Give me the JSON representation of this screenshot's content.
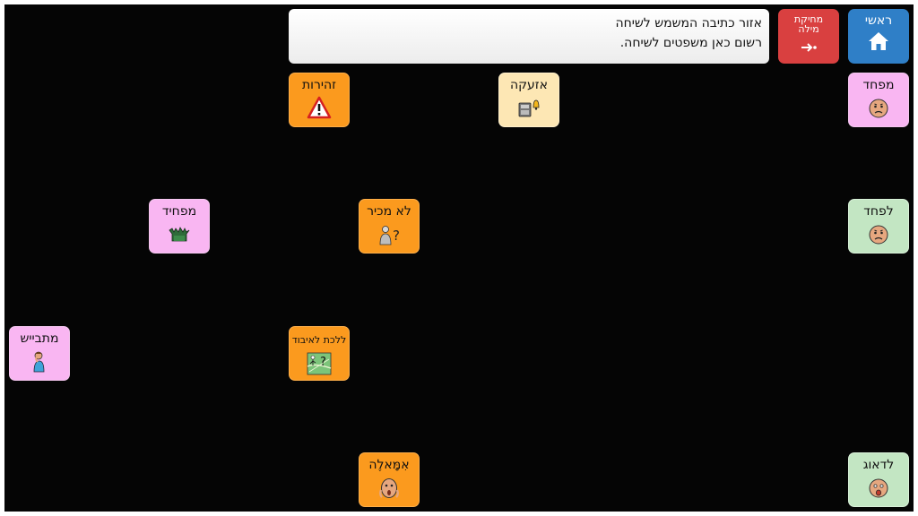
{
  "toolbar": {
    "home_label": "ראשי",
    "delete_label": "מחיקת מילה"
  },
  "message_area": {
    "line1": "אזור כתיבה המשמש לשיחה",
    "line2": "רשום כאן משפטים לשיחה."
  },
  "tiles": [
    {
      "key": "scared",
      "label": "מפחד",
      "icon": "worried-face-icon",
      "color": "pink"
    },
    {
      "key": "alarm",
      "label": "אזעקה",
      "icon": "alarm-icon",
      "color": "yellow"
    },
    {
      "key": "caution",
      "label": "זהירות",
      "icon": "warning-triangle-icon",
      "color": "orange"
    },
    {
      "key": "to-fear",
      "label": "לפחד",
      "icon": "worried-face-icon",
      "color": "green"
    },
    {
      "key": "unfamiliar",
      "label": "לא מכיר",
      "icon": "person-question-icon",
      "color": "orange"
    },
    {
      "key": "scary",
      "label": "מפחיד",
      "icon": "monster-hands-icon",
      "color": "pink"
    },
    {
      "key": "get-lost",
      "label": "ללכת לאיבוד",
      "icon": "lost-map-icon",
      "color": "orange"
    },
    {
      "key": "embarrassed",
      "label": "מתבייש",
      "icon": "shy-person-icon",
      "color": "pink"
    },
    {
      "key": "to-worry",
      "label": "לדאוג",
      "icon": "scared-face-icon",
      "color": "green"
    },
    {
      "key": "mommy",
      "label": "אִמָּאלֶה",
      "icon": "shocked-face-icon",
      "color": "orange"
    }
  ],
  "colors": {
    "board": "#050505",
    "home": "#2f7fc7",
    "delete": "#d94040",
    "pink": "#f9b6f2",
    "green": "#c3e6c3",
    "orange": "#fb9a1e",
    "yellow": "#fde7b4"
  }
}
